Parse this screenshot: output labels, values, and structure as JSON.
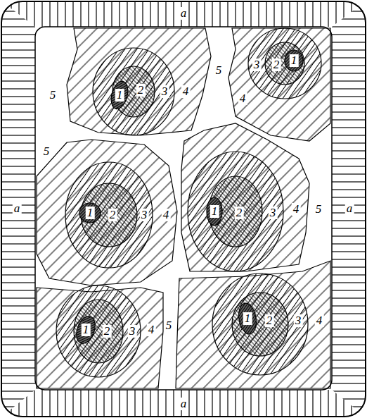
{
  "diagram": {
    "labels": [
      "a",
      "a",
      "a",
      "a",
      "1",
      "2",
      "3",
      "4",
      "1",
      "2",
      "3",
      "4",
      "5",
      "5",
      "5",
      "5",
      "5",
      "1",
      "2",
      "3",
      "4",
      "1",
      "2",
      "3",
      "4",
      "1",
      "2",
      "3",
      "4",
      "1",
      "2",
      "3",
      "4"
    ]
  }
}
